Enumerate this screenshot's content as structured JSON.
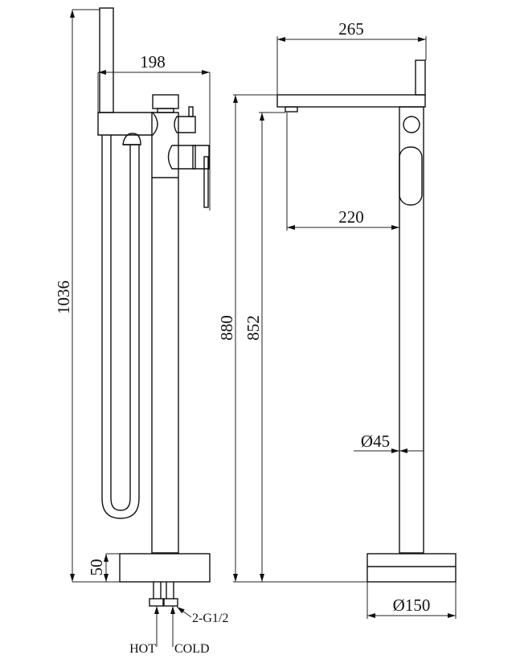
{
  "drawing": {
    "side_view": {
      "overall_height": "1036",
      "handle_reach": "198",
      "base_height": "50",
      "connection": "2-G1/2",
      "hot_label": "HOT",
      "cold_label": "COLD"
    },
    "front_view": {
      "spout_length": "265",
      "spout_reach": "220",
      "spout_height": "880",
      "outlet_height": "852",
      "column_diameter": "Ø45",
      "base_diameter": "Ø150"
    }
  }
}
